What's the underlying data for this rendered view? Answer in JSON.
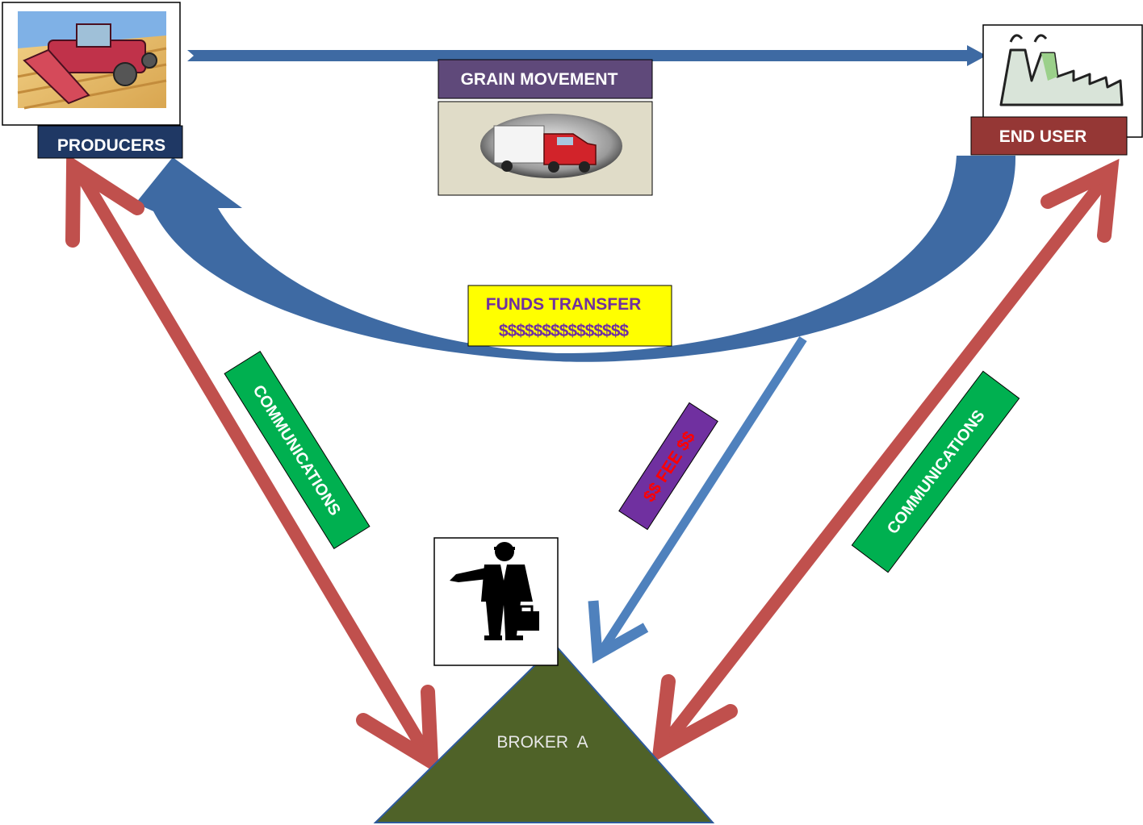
{
  "nodes": {
    "producers": {
      "label": "PRODUCERS",
      "icon": "combine-harvester-icon"
    },
    "end_user": {
      "label": "END USER",
      "icon": "factory-icon"
    },
    "broker": {
      "label": "BROKER  A",
      "icon": "businessman-with-briefcase-icon"
    }
  },
  "flows": {
    "grain_movement": {
      "label": "GRAIN MOVEMENT",
      "icon": "semi-truck-icon"
    },
    "funds_transfer": {
      "label": "FUNDS TRANSFER",
      "amount": "$$$$$$$$$$$$$$$"
    },
    "fee": {
      "label": "$$ FEE $$"
    },
    "communications_left": {
      "label": "COMMUNICATIONS"
    },
    "communications_right": {
      "label": "COMMUNICATIONS"
    }
  },
  "colors": {
    "red_arrow": "#c0504d",
    "blue_arrow": "#4f81bd",
    "dark_blue_arrow": "#3e6aa3",
    "producers_label_bg": "#1f3864",
    "end_user_label_bg": "#953735",
    "grain_label_bg": "#5f497a",
    "funds_box_bg": "#ffff00",
    "funds_text": "#7030a0",
    "fee_box_bg": "#7030a0",
    "fee_text": "#ff0000",
    "communications_bg": "#00b050",
    "broker_triangle": "#4f6228"
  }
}
